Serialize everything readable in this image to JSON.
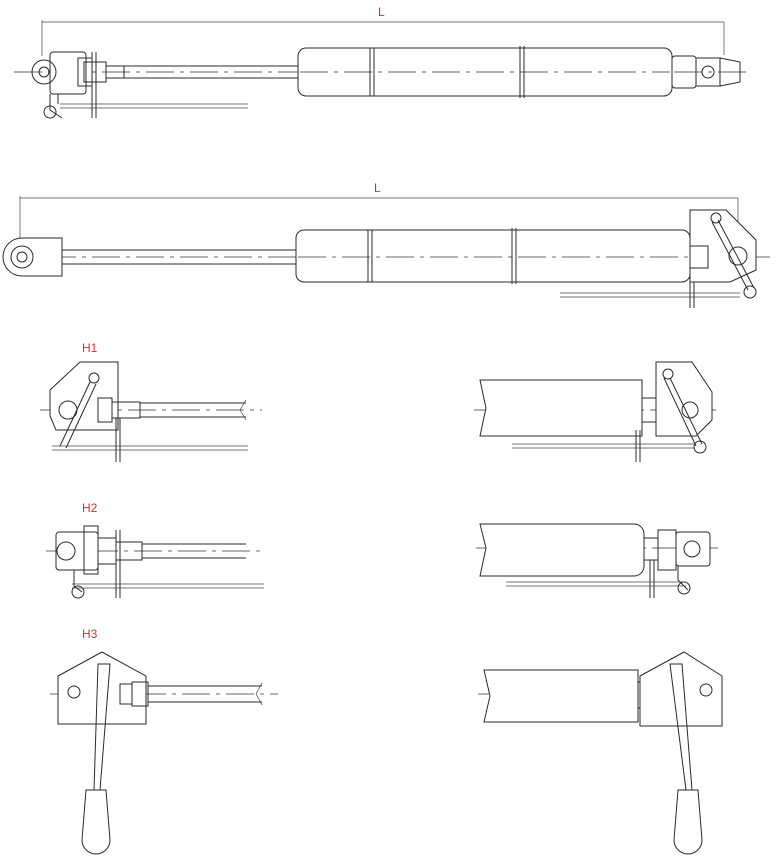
{
  "labels": {
    "dim_top": "L",
    "dim_second": "L",
    "h1": "H1",
    "h2": "H2",
    "h3": "H3"
  },
  "colors": {
    "label": "#d0312d",
    "line": "#2a2a2a",
    "background": "#ffffff"
  }
}
